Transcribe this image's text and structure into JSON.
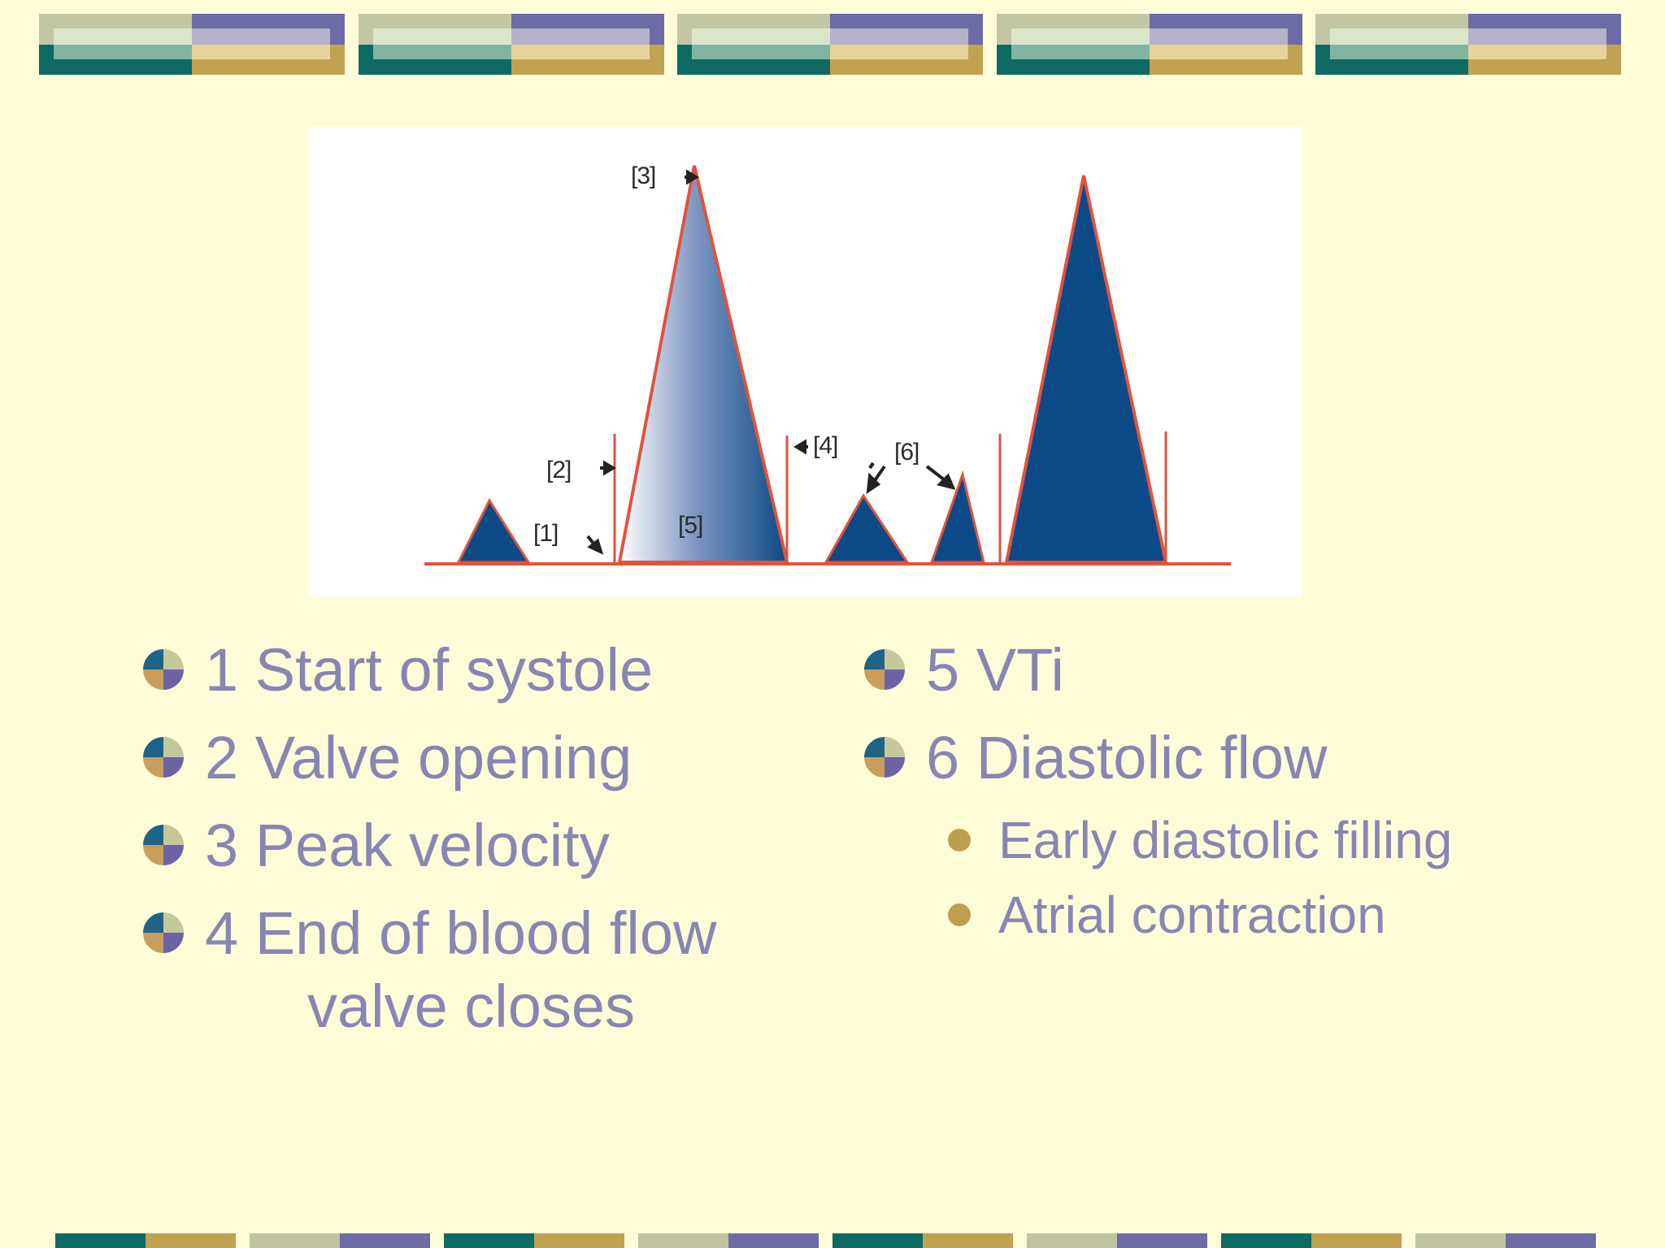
{
  "colors": {
    "background": "#FEFDD8",
    "text": "#8786B3",
    "banner_teal": "#0D6963",
    "banner_gold": "#C0A052",
    "banner_purple": "#6B6BA3",
    "banner_olive": "#BFC3A0",
    "bullet_gold": "#BE9F4F",
    "curve_navy": "#0B4A86",
    "curve_red": "#E0533E"
  },
  "figure": {
    "labels": {
      "l1": "[1]",
      "l2": "[2]",
      "l3": "[3]",
      "l4": "[4]",
      "l5": "[5]",
      "l6": "[6]"
    }
  },
  "left_list": {
    "items": [
      {
        "text": "1 Start of systole"
      },
      {
        "text": "2 Valve opening"
      },
      {
        "text": "3 Peak velocity"
      },
      {
        "text": "4 End of blood flow"
      }
    ],
    "continuation": "valve closes"
  },
  "right_list": {
    "items": [
      {
        "text": "5 VTi"
      },
      {
        "text": "6 Diastolic flow"
      }
    ],
    "sub_items": [
      {
        "text": "Early diastolic filling"
      },
      {
        "text": "Atrial contraction"
      }
    ]
  },
  "icons": {
    "bullet": "quartered-circle-bullet-icon",
    "sub_bullet": "gold-dot-icon",
    "arrow": "arrow-icon"
  }
}
